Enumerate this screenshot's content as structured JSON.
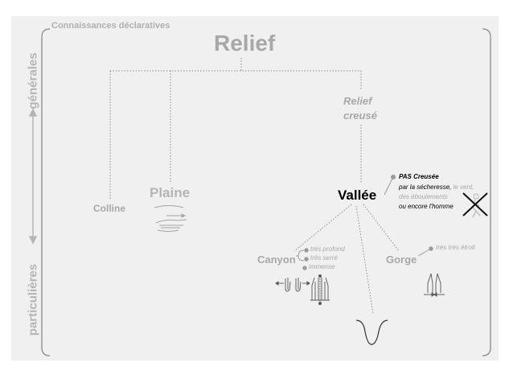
{
  "header": {
    "section_label": "Connaissances déclaratives"
  },
  "axis": {
    "top_label": "générales",
    "bottom_label": "particulières"
  },
  "nodes": {
    "relief": "Relief",
    "relief_creuse_line1": "Relief",
    "relief_creuse_line2": "creusé",
    "colline": "Colline",
    "plaine": "Plaine",
    "vallee": "Vallée",
    "canyon": "Canyon",
    "gorge": "Gorge"
  },
  "vallee_notes": {
    "title": "PAS Creusée",
    "line1_a": "par la sécheresse,",
    "line1_b": " le vent,",
    "line2": "des éboulements",
    "line3": "ou encore  l'homme"
  },
  "canyon_notes": [
    "très profond",
    "très serré",
    "immense"
  ],
  "gorge_notes": [
    "très très étroit"
  ],
  "icons": [
    "flat-hand-gesture-icon",
    "spread-hands-gesture-icon",
    "narrow-hands-gesture-icon",
    "crossed-out-person-icon",
    "u-curve-icon"
  ],
  "colors": {
    "panel": "#f0f0f0",
    "gray_text": "#a7a7a7",
    "accent_black": "#000000"
  }
}
